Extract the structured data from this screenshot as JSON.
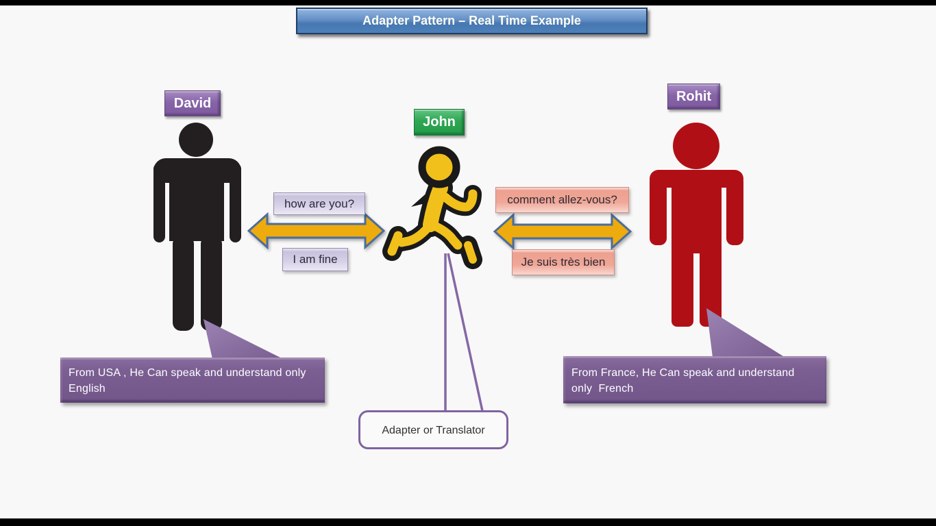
{
  "title": "Adapter Pattern – Real Time Example",
  "labels": {
    "david": "David",
    "john": "John",
    "rohit": "Rohit"
  },
  "messages": {
    "question_en": "how are you?",
    "answer_en": "I am fine",
    "question_fr": "comment allez-vous?",
    "answer_fr": "Je suis très bien"
  },
  "callouts": {
    "david_line1": "From USA , He Can speak and understand only",
    "david_line2": "English",
    "rohit_line1": "From France, He Can speak and understand",
    "rohit_line2": "only  French"
  },
  "adapter": {
    "label": "Adapter or Translator"
  },
  "icons": {
    "david": "person-silhouette",
    "john": "running-person",
    "rohit": "person-silhouette"
  },
  "colors": {
    "figure_black": "#231e20",
    "figure_red": "#b01015",
    "figure_yellow": "#f2c01b",
    "arrow_gold": "#eeab0b",
    "arrow_outline": "#4c6d9c",
    "connector_purple": "#8568a4"
  }
}
